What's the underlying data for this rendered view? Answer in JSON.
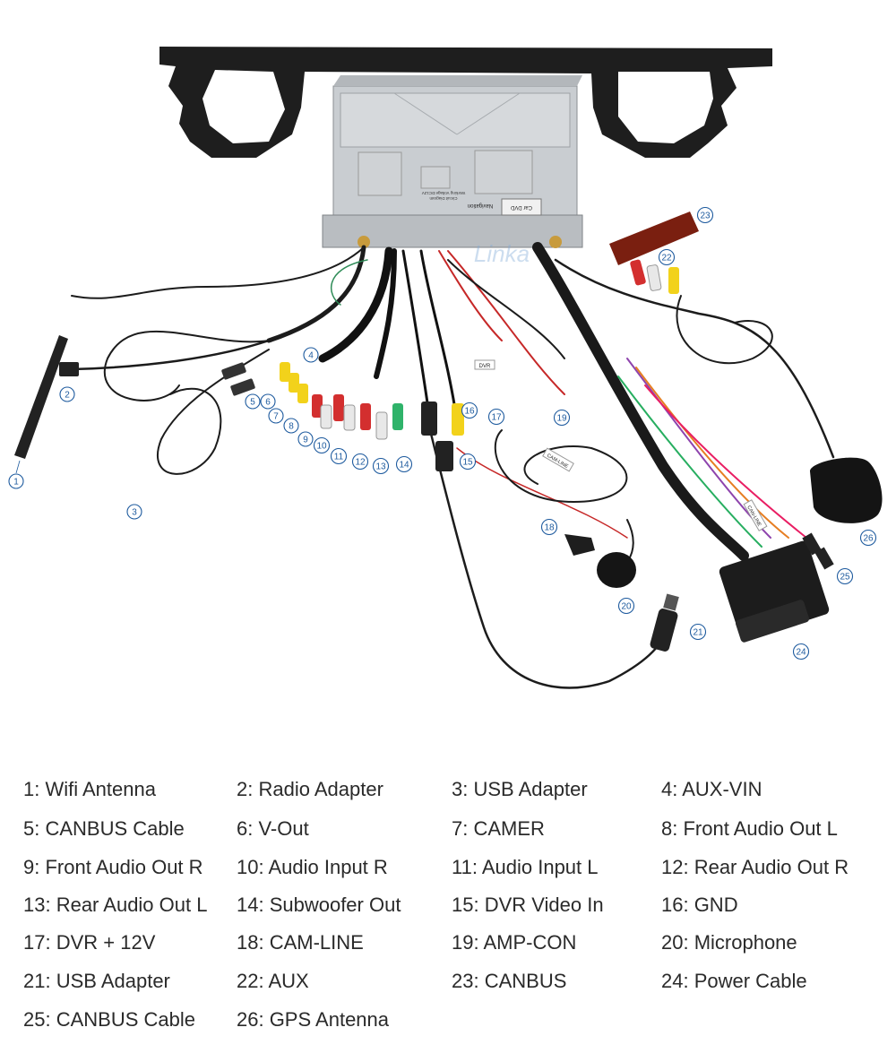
{
  "device": {
    "sticker_brand": "Car DVD",
    "sticker_sub": "Navigation",
    "sticker_line1": "Circuit Diagram",
    "sticker_line2": "Working Voltage:DC12V",
    "watermark": "Linka"
  },
  "cable_tags": {
    "dvr": "DVR",
    "cam_line": "CAM-LINE",
    "can_line": "CAN-LINE"
  },
  "legend": {
    "items": [
      {
        "num": "1",
        "label": "1: Wifi Antenna"
      },
      {
        "num": "2",
        "label": "2: Radio Adapter"
      },
      {
        "num": "3",
        "label": "3: USB Adapter"
      },
      {
        "num": "4",
        "label": "4: AUX-VIN"
      },
      {
        "num": "5",
        "label": "5: CANBUS Cable"
      },
      {
        "num": "6",
        "label": "6: V-Out"
      },
      {
        "num": "7",
        "label": "7: CAMER"
      },
      {
        "num": "8",
        "label": "8: Front Audio Out L"
      },
      {
        "num": "9",
        "label": "9: Front Audio Out R"
      },
      {
        "num": "10",
        "label": "10: Audio Input R"
      },
      {
        "num": "11",
        "label": "11: Audio Input L"
      },
      {
        "num": "12",
        "label": "12: Rear Audio Out R"
      },
      {
        "num": "13",
        "label": "13: Rear Audio Out L"
      },
      {
        "num": "14",
        "label": "14: Subwoofer Out"
      },
      {
        "num": "15",
        "label": "15: DVR Video In"
      },
      {
        "num": "16",
        "label": "16: GND"
      },
      {
        "num": "17",
        "label": "17: DVR + 12V"
      },
      {
        "num": "18",
        "label": "18: CAM-LINE"
      },
      {
        "num": "19",
        "label": "19: AMP-CON"
      },
      {
        "num": "20",
        "label": "20: Microphone"
      },
      {
        "num": "21",
        "label": "21: USB Adapter"
      },
      {
        "num": "22",
        "label": "22: AUX"
      },
      {
        "num": "23",
        "label": "23: CANBUS"
      },
      {
        "num": "24",
        "label": "24: Power Cable"
      },
      {
        "num": "25",
        "label": "25: CANBUS Cable"
      },
      {
        "num": "26",
        "label": "26: GPS Antenna"
      }
    ]
  }
}
